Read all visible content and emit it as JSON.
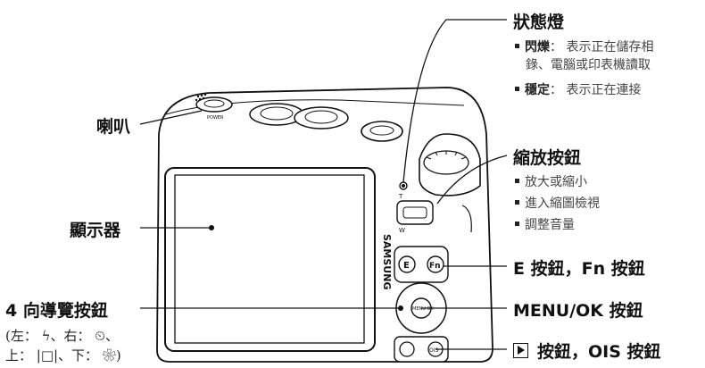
{
  "callouts": {
    "status_lamp": {
      "title": "狀態燈",
      "items": [
        {
          "term": "閃爍",
          "sep": "：",
          "desc_line1": "表示正在儲存相",
          "desc_line2": "錄、電腦或印表機讀取"
        },
        {
          "term": "穩定",
          "sep": "：",
          "desc_line1": "表示正在連接"
        }
      ]
    },
    "zoom_button": {
      "title": "縮放按鈕",
      "items": [
        "放大或縮小",
        "進入縮圖檢視",
        "調整音量"
      ]
    },
    "e_fn_button": {
      "title": "E 按鈕，Fn 按鈕"
    },
    "menu_ok_button": {
      "title": "MENU/OK 按鈕"
    },
    "play_ois_button": {
      "title": "按鈕，OIS 按鈕"
    },
    "speaker": {
      "title": "喇叭"
    },
    "display": {
      "title": "顯示器"
    },
    "nav_button": {
      "title": "4 向導覽按鈕",
      "sub_line1": "(左： ϟ、右： ⏲、",
      "sub_line2": "上： |□|、下： ❀)"
    }
  },
  "camera": {
    "brand": "SAMSUNG",
    "power_label": "POWER",
    "menu_label": "MENU OK",
    "fn_label": "Fn",
    "e_label": "E",
    "ois_label": "OIS",
    "zoom_t": "T",
    "zoom_w": "W"
  }
}
